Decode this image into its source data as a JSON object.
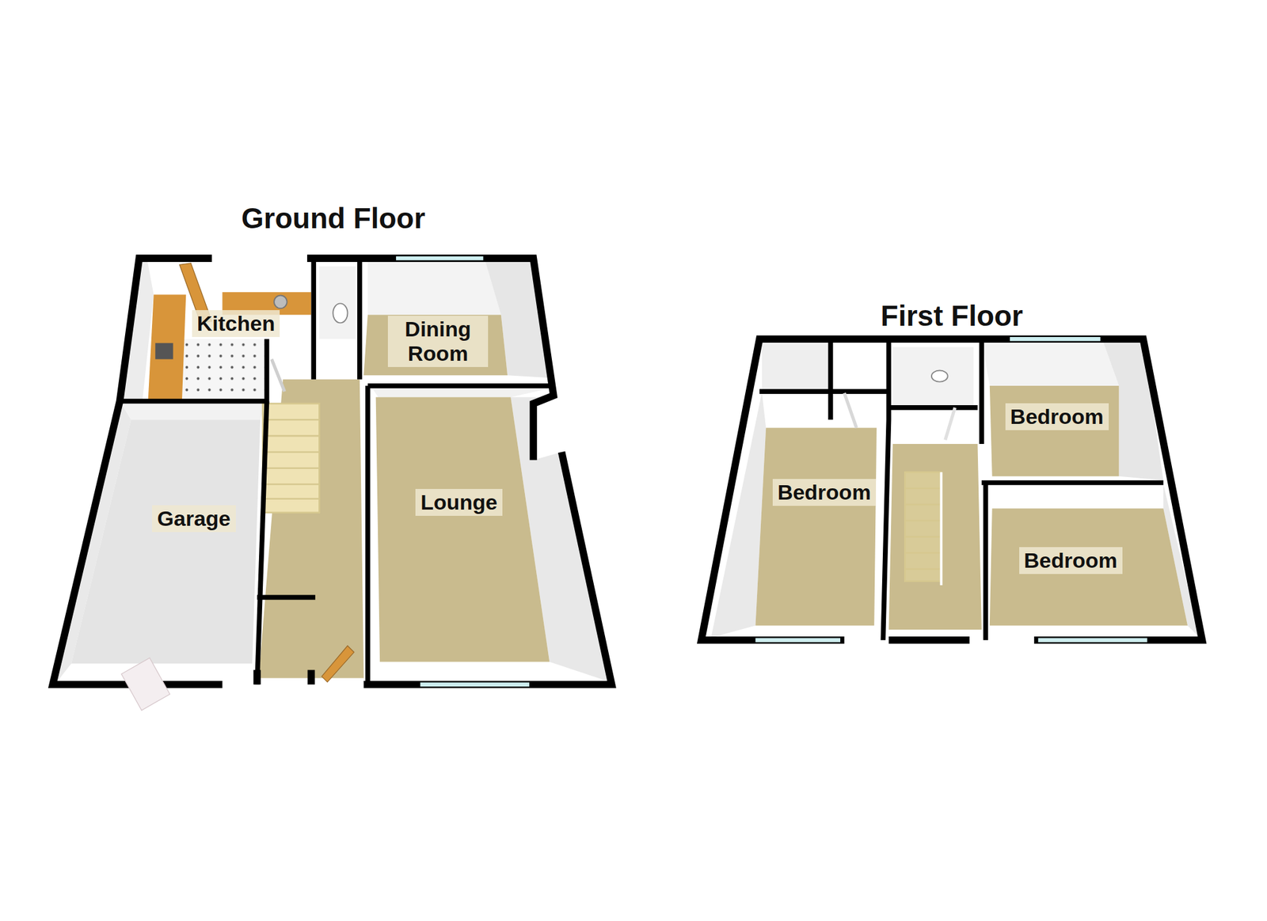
{
  "diagram": {
    "nodes": [
      {
        "text": [
          "Ground Floor"
        ]
      },
      {
        "text": [
          "Kitchen"
        ],
        "in": 0
      },
      {
        "text": [
          "Dining Room"
        ],
        "in": 0
      },
      {
        "text": [
          "Garage"
        ],
        "in": 0
      },
      {
        "text": [
          "Lounge"
        ],
        "in": 0
      },
      {
        "text": [
          "First Floor"
        ]
      },
      {
        "text": [
          "Bedroom"
        ],
        "in": 5
      },
      {
        "text": [
          "Bedroom"
        ],
        "in": 5
      },
      {
        "text": [
          "Bedroom"
        ],
        "in": 5
      }
    ]
  }
}
